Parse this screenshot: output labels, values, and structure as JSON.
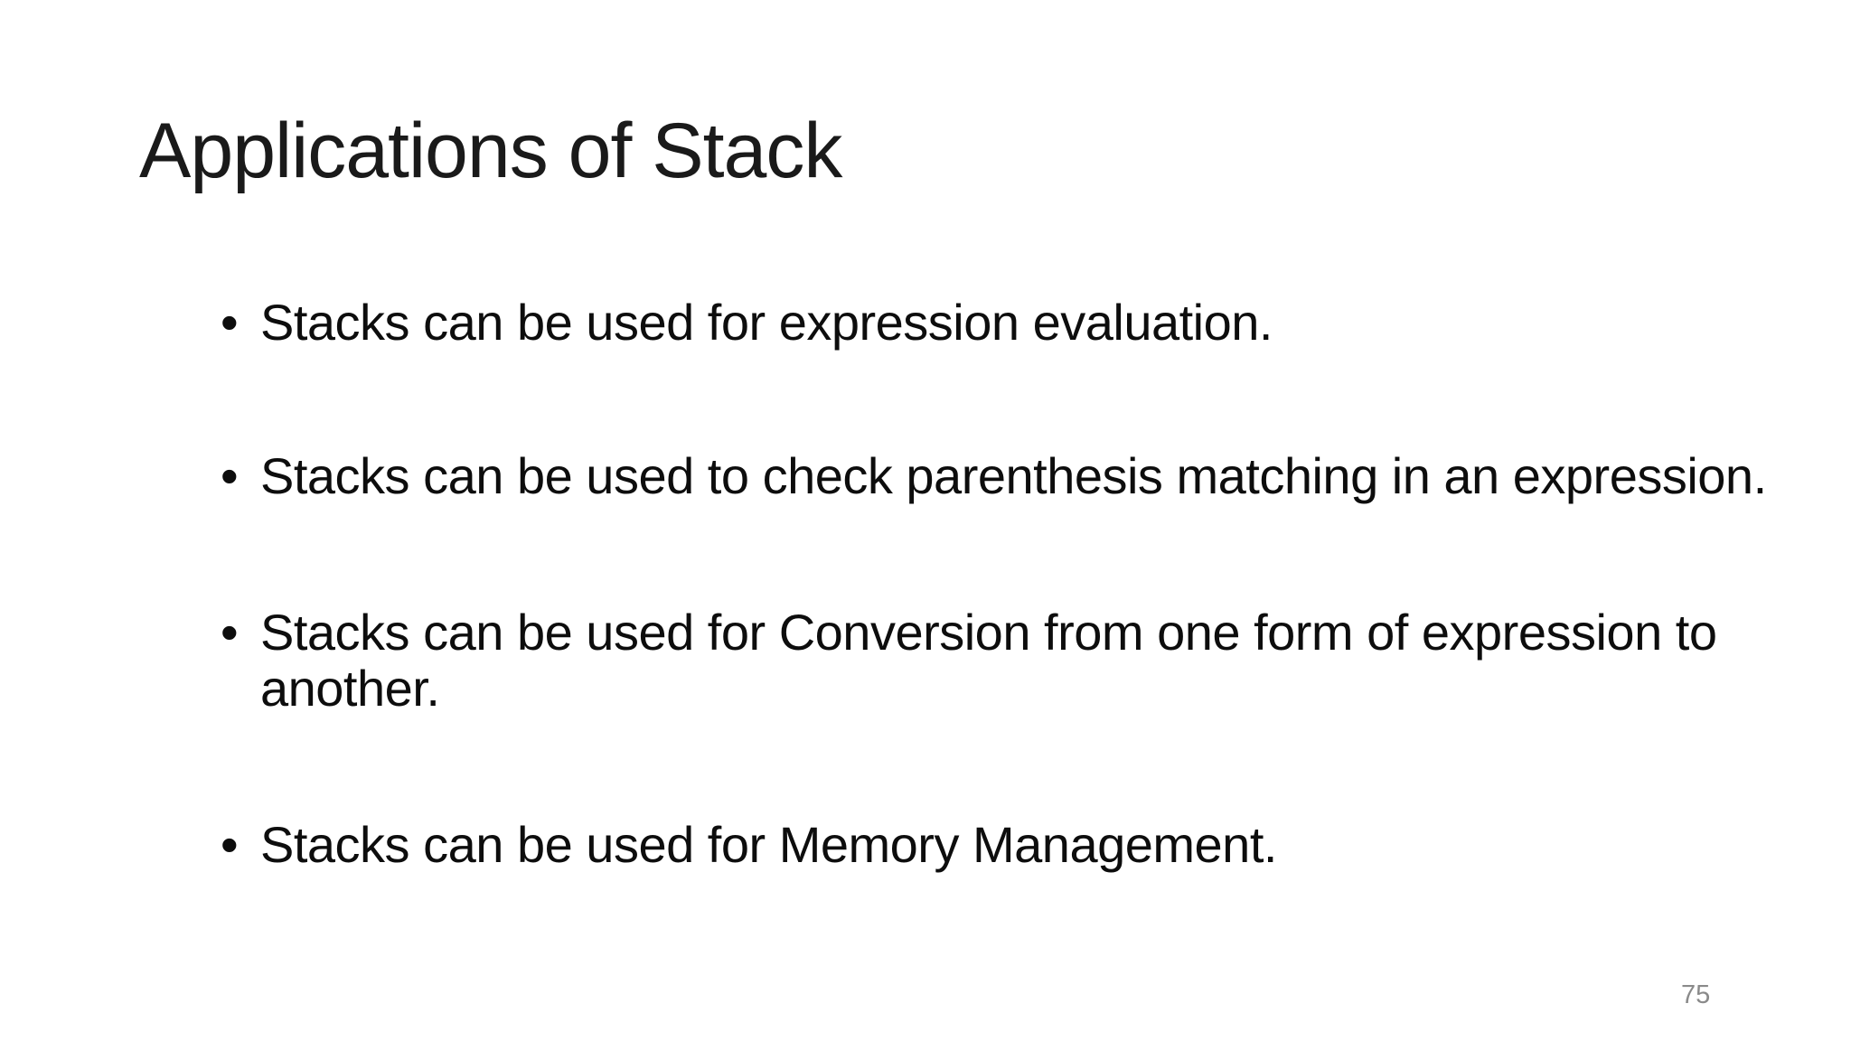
{
  "slide": {
    "title": "Applications of Stack",
    "bullet_char": "•",
    "bullets": [
      "Stacks can be used for expression evaluation.",
      "Stacks can be used to check parenthesis matching in an expression.",
      "Stacks can be used for Conversion from one form of expression to another.",
      "Stacks can be used for Memory Management."
    ],
    "page_number": "75",
    "colors": {
      "background": "#ffffff",
      "text": "#0d0d0d",
      "page_number": "#8a8a8a"
    }
  }
}
